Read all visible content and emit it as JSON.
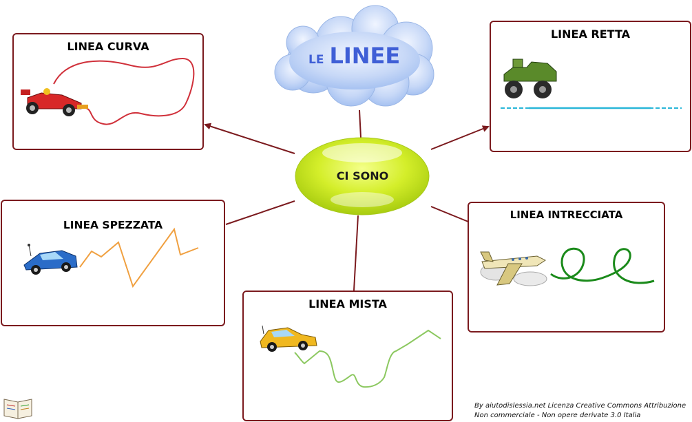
{
  "cloud": {
    "small_text": "LE",
    "big_text": "LINEE"
  },
  "center": {
    "label": "CI SONO"
  },
  "boxes": {
    "curva": {
      "title": "LINEA CURVA"
    },
    "retta": {
      "title": "LINEA RETTA"
    },
    "spezzata": {
      "title": "LINEA SPEZZATA"
    },
    "intrecciata": {
      "title": "LINEA INTRECCIATA"
    },
    "mista": {
      "title": "LINEA MISTA"
    }
  },
  "footer": {
    "line1": "By aiutodislessia.net Licenza Creative Commons Attribuzione",
    "line2": "Non commerciale - Non opere derivate 3.0 Italia"
  },
  "colors": {
    "border": "#7b1a1e",
    "connector": "#7b1a1e",
    "curve_line": "#d0303a",
    "straight_line": "#29b6d8",
    "broken_line": "#f0a040",
    "interlaced_line": "#1a8a1a",
    "mixed_line": "#8cc860",
    "cloud_text": "#3f5fd6",
    "center_oval": "#c8e81a"
  },
  "icons": {
    "curva": "red-race-car-icon",
    "retta": "green-monster-truck-icon",
    "spezzata": "blue-car-icon",
    "intrecciata": "airplane-icon",
    "mista": "yellow-car-icon",
    "logo": "book-logo-icon"
  }
}
